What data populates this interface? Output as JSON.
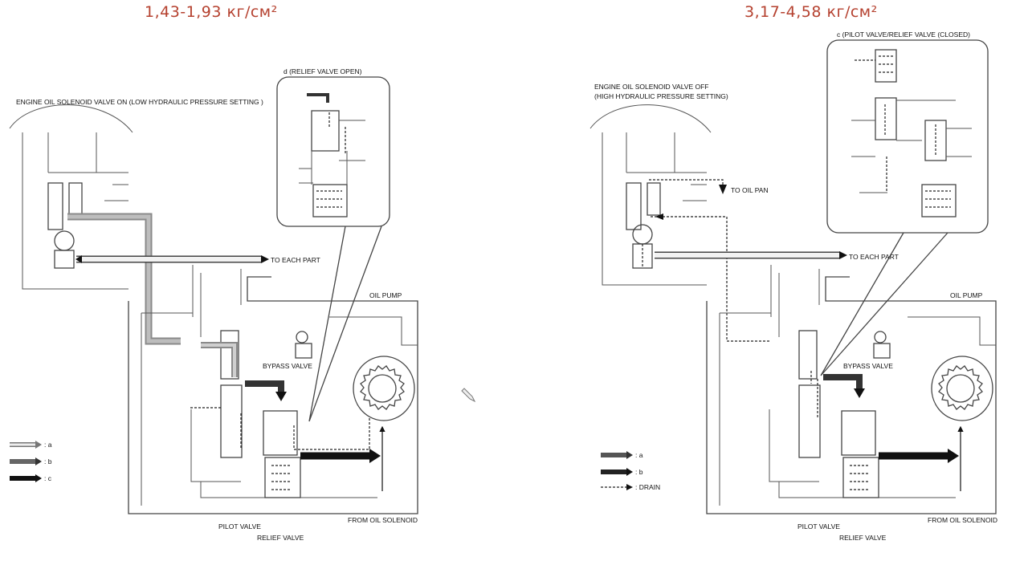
{
  "titles": {
    "left": "1,43-1,93 кг/см²",
    "right": "3,17-4,58 кг/см²"
  },
  "left_diagram": {
    "heading": "ENGINE OIL SOLENOID VALVE ON (LOW HYDRAULIC PRESSURE SETTING )",
    "callout": "d (RELIEF VALVE OPEN)",
    "to_each_part": "TO EACH PART",
    "oil_pump": "OIL PUMP",
    "bypass_valve": "BYPASS VALVE",
    "pilot_valve": "PILOT VALVE",
    "relief_valve": "RELIEF VALVE",
    "from_oil_solenoid": "FROM OIL SOLENOID",
    "legend": [
      ": a",
      ": b",
      ": c"
    ]
  },
  "right_diagram": {
    "heading_line1": "ENGINE OIL SOLENOID VALVE OFF",
    "heading_line2": "(HIGH HYDRAULIC PRESSURE SETTING)",
    "callout": "c (PILOT VALVE/RELIEF VALVE (CLOSED)",
    "to_oil_pan": "TO OIL PAN",
    "to_each_part": "TO EACH PART",
    "oil_pump": "OIL PUMP",
    "bypass_valve": "BYPASS VALVE",
    "pilot_valve": "PILOT VALVE",
    "relief_valve": "RELIEF VALVE",
    "from_oil_solenoid": "FROM OIL SOLENOID",
    "legend": [
      ": a",
      ": b",
      ": DRAIN"
    ]
  },
  "colors": {
    "title": "#b5412f",
    "arrow_a": "#c8c8c8",
    "arrow_b": "#6a6a6a",
    "arrow_c": "#111111"
  }
}
